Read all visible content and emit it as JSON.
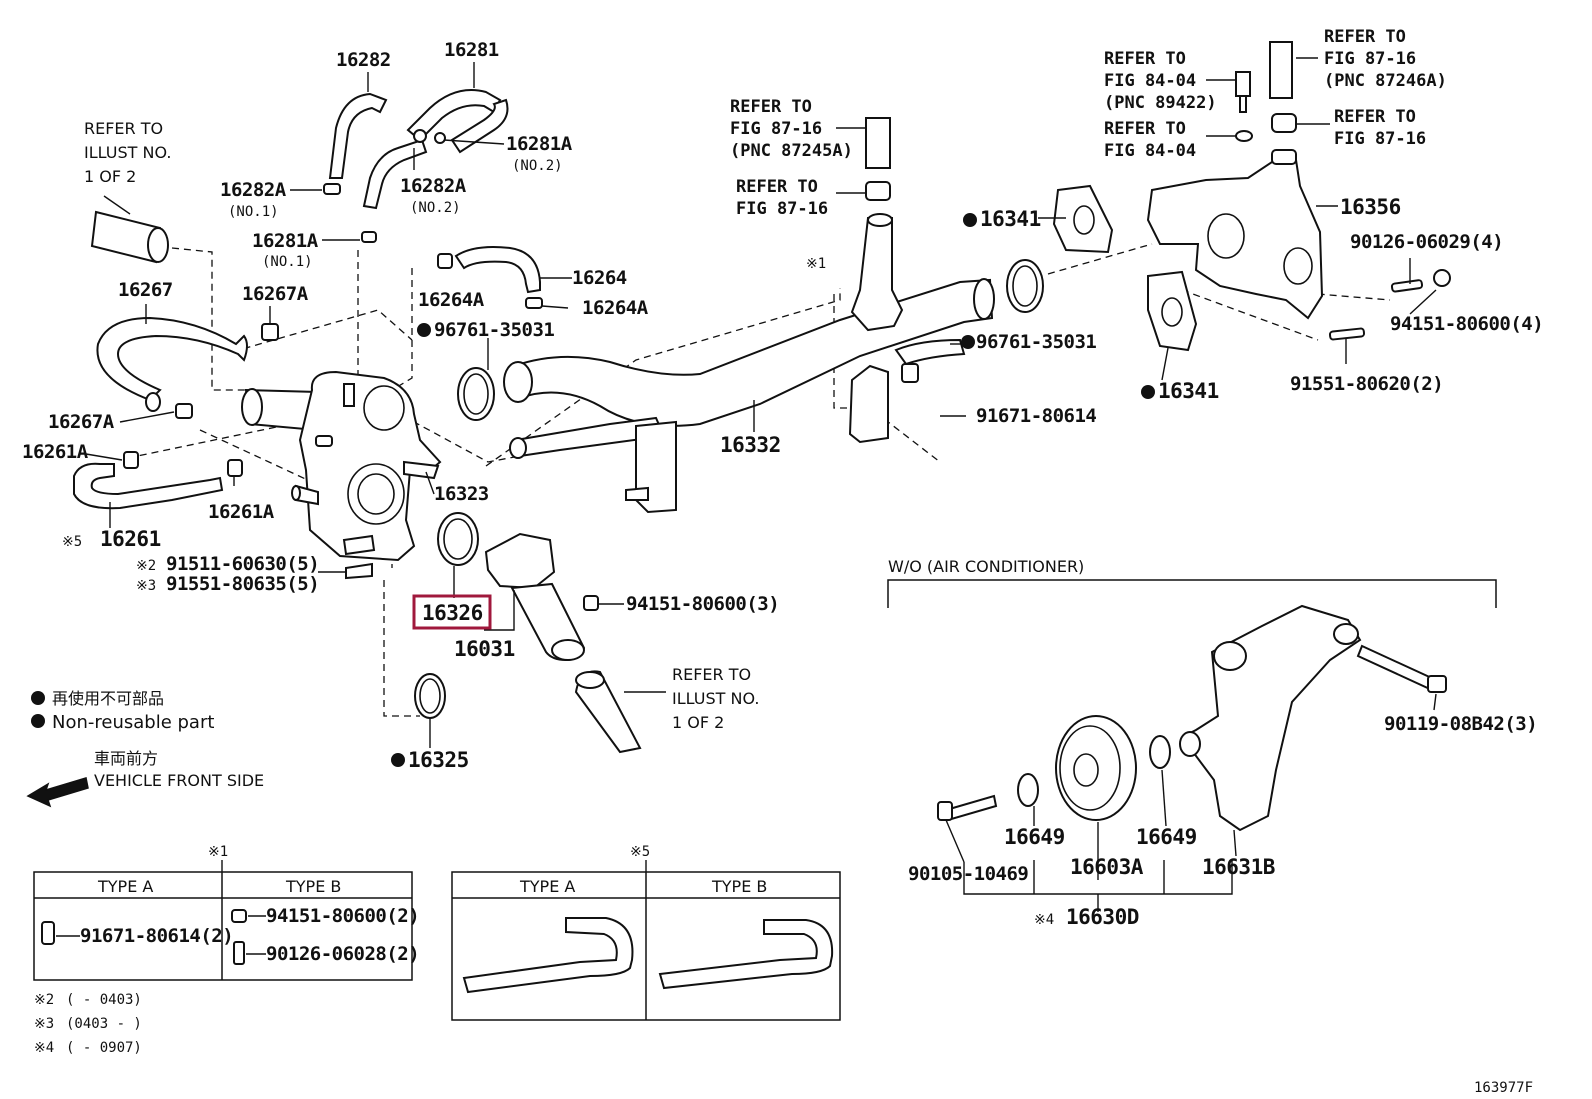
{
  "diagram_code": "163977F",
  "labels": {
    "p16282": "16282",
    "p16281": "16281",
    "p16281A_no2": "16281A",
    "no2_a": "(NO.2)",
    "p16282A_no2": "16282A",
    "no2_b": "(NO.2)",
    "p16282A_no1": "16282A",
    "no1_a": "(NO.1)",
    "p16281A_no1": "16281A",
    "no1_b": "(NO.1)",
    "p16267": "16267",
    "p16267A_1": "16267A",
    "p16267A_2": "16267A",
    "p16264": "16264",
    "p16264A_1": "16264A",
    "p16264A_2": "16264A",
    "p96761_left": "96761-35031",
    "p16261A_1": "16261A",
    "p16261A_2": "16261A",
    "p16261": "16261",
    "p16323": "16323",
    "p91511": "91511-60630(5)",
    "p91551_80635": "91551-80635(5)",
    "p16326": "16326",
    "p16031": "16031",
    "p94151_3": "94151-80600(3)",
    "p16325": "16325",
    "p16332": "16332",
    "p96761_right": "96761-35031",
    "p91671": "91671-80614",
    "p16341_top": "16341",
    "p16341_bot": "16341",
    "p16356": "16356",
    "p90126_4": "90126-06029(4)",
    "p94151_4": "94151-80600(4)",
    "p91551_80620": "91551-80620(2)",
    "p90119": "90119-08B42(3)",
    "p90105": "90105-10469",
    "p16649_1": "16649",
    "p16603A": "16603A",
    "p16649_2": "16649",
    "p16631B": "16631B",
    "p16630D": "16630D"
  },
  "marks": {
    "m1_top": "※1",
    "m5": "※5",
    "m2": "※2",
    "m3": "※3",
    "m4": "※4",
    "m1_table": "※1",
    "m5_table": "※5"
  },
  "refs": {
    "illust_top": [
      "REFER TO",
      "ILLUST NO.",
      "1 OF 2"
    ],
    "illust_bottom": [
      "REFER TO",
      "ILLUST NO.",
      "1 OF 2"
    ],
    "fig_87_16_a": [
      "REFER TO",
      "FIG 87-16",
      "(PNC 87245A)"
    ],
    "fig_87_16_b": [
      "REFER TO",
      "FIG 87-16"
    ],
    "fig_84_04_a": [
      "REFER TO",
      "FIG 84-04",
      "(PNC 89422)"
    ],
    "fig_84_04_b": [
      "REFER TO",
      "FIG 84-04"
    ],
    "fig_87_16_c": [
      "REFER TO",
      "FIG 87-16",
      "(PNC 87246A)"
    ],
    "fig_87_16_d": [
      "REFER TO",
      "FIG 87-16"
    ]
  },
  "legend": {
    "non_reusable_jp": "再使用不可部品",
    "non_reusable_en": "Non-reusable part",
    "front_jp": "車両前方",
    "front_en": "VEHICLE FRONT SIDE"
  },
  "wo_ac": "W/O (AIR CONDITIONER)",
  "table1": {
    "type_a": "TYPE A",
    "type_b": "TYPE B",
    "a_part": "91671-80614(2)",
    "b_part1": "94151-80600(2)",
    "b_part2": "90126-06028(2)"
  },
  "table5": {
    "type_a": "TYPE A",
    "type_b": "TYPE B"
  },
  "notes": {
    "n2": "(      - 0403)",
    "n3": "(0403 -       )",
    "n4": "(      - 0907)"
  },
  "highlight_color": "#a0183c"
}
